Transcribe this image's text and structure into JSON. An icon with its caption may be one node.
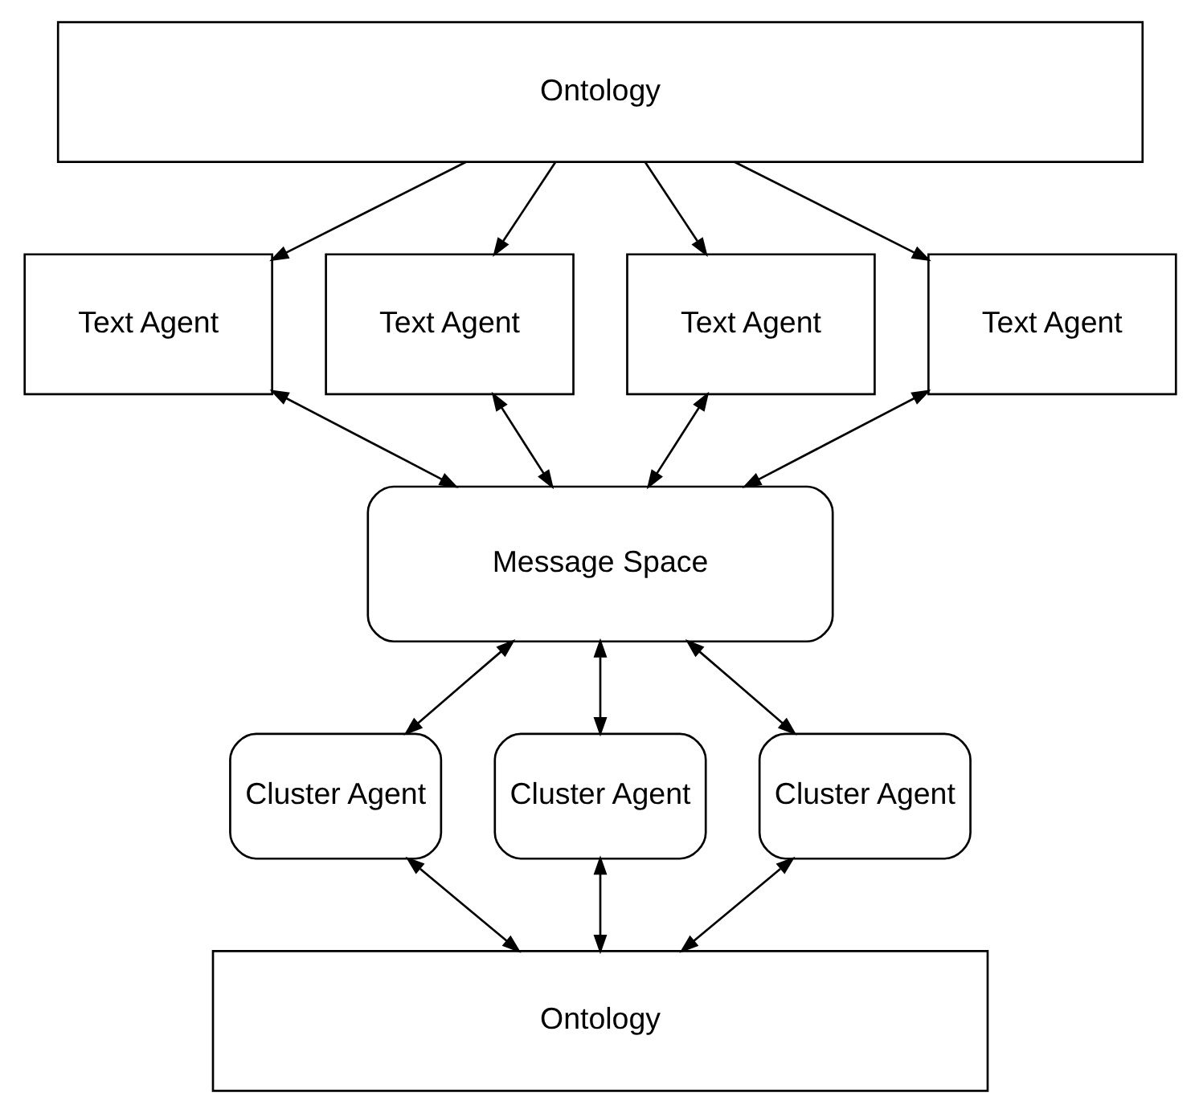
{
  "diagram": {
    "nodes": [
      {
        "text": [
          "Ontology"
        ]
      },
      {
        "text": [
          "Text Agent"
        ]
      },
      {
        "text": [
          "Text Agent"
        ]
      },
      {
        "text": [
          "Text Agent"
        ]
      },
      {
        "text": [
          "Text Agent"
        ]
      },
      {
        "text": [
          "Message Space"
        ]
      },
      {
        "text": [
          "Cluster Agent"
        ]
      },
      {
        "text": [
          "Cluster Agent"
        ]
      },
      {
        "text": [
          "Cluster Agent"
        ]
      },
      {
        "text": [
          "Ontology"
        ]
      }
    ],
    "edges": [
      {
        "from": 0,
        "to": 1,
        "arrow": "to"
      },
      {
        "from": 0,
        "to": 2,
        "arrow": "to"
      },
      {
        "from": 0,
        "to": 3,
        "arrow": "to"
      },
      {
        "from": 0,
        "to": 4,
        "arrow": "to"
      },
      {
        "from": 1,
        "to": 5,
        "arrow": "both"
      },
      {
        "from": 2,
        "to": 5,
        "arrow": "both"
      },
      {
        "from": 3,
        "to": 5,
        "arrow": "both"
      },
      {
        "from": 4,
        "to": 5,
        "arrow": "both"
      },
      {
        "from": 5,
        "to": 6,
        "arrow": "both"
      },
      {
        "from": 5,
        "to": 7,
        "arrow": "both"
      },
      {
        "from": 5,
        "to": 8,
        "arrow": "both"
      },
      {
        "from": 6,
        "to": 9,
        "arrow": "both"
      },
      {
        "from": 7,
        "to": 9,
        "arrow": "both"
      },
      {
        "from": 8,
        "to": 9,
        "arrow": "both"
      }
    ]
  }
}
